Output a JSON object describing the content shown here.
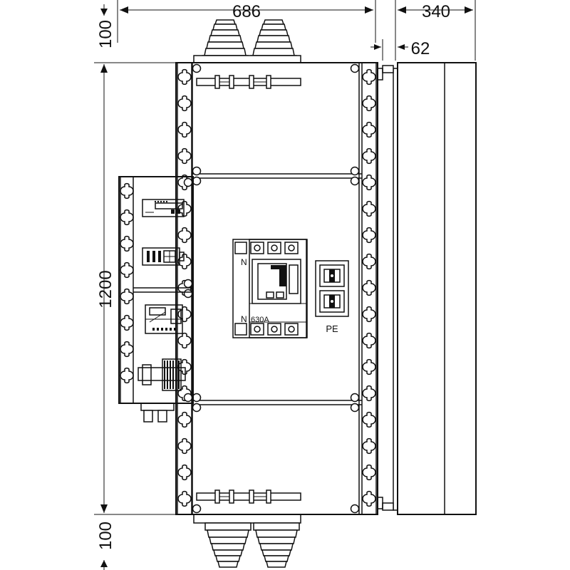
{
  "dimensions": {
    "width_front": "686",
    "depth": "340",
    "offset": "62",
    "height": "1200",
    "gland_top": "100",
    "gland_bottom": "100"
  },
  "labels": {
    "neutral_top": "N",
    "neutral_bottom": "N",
    "breaker_rating": "630A",
    "earth_bar": "PE"
  }
}
